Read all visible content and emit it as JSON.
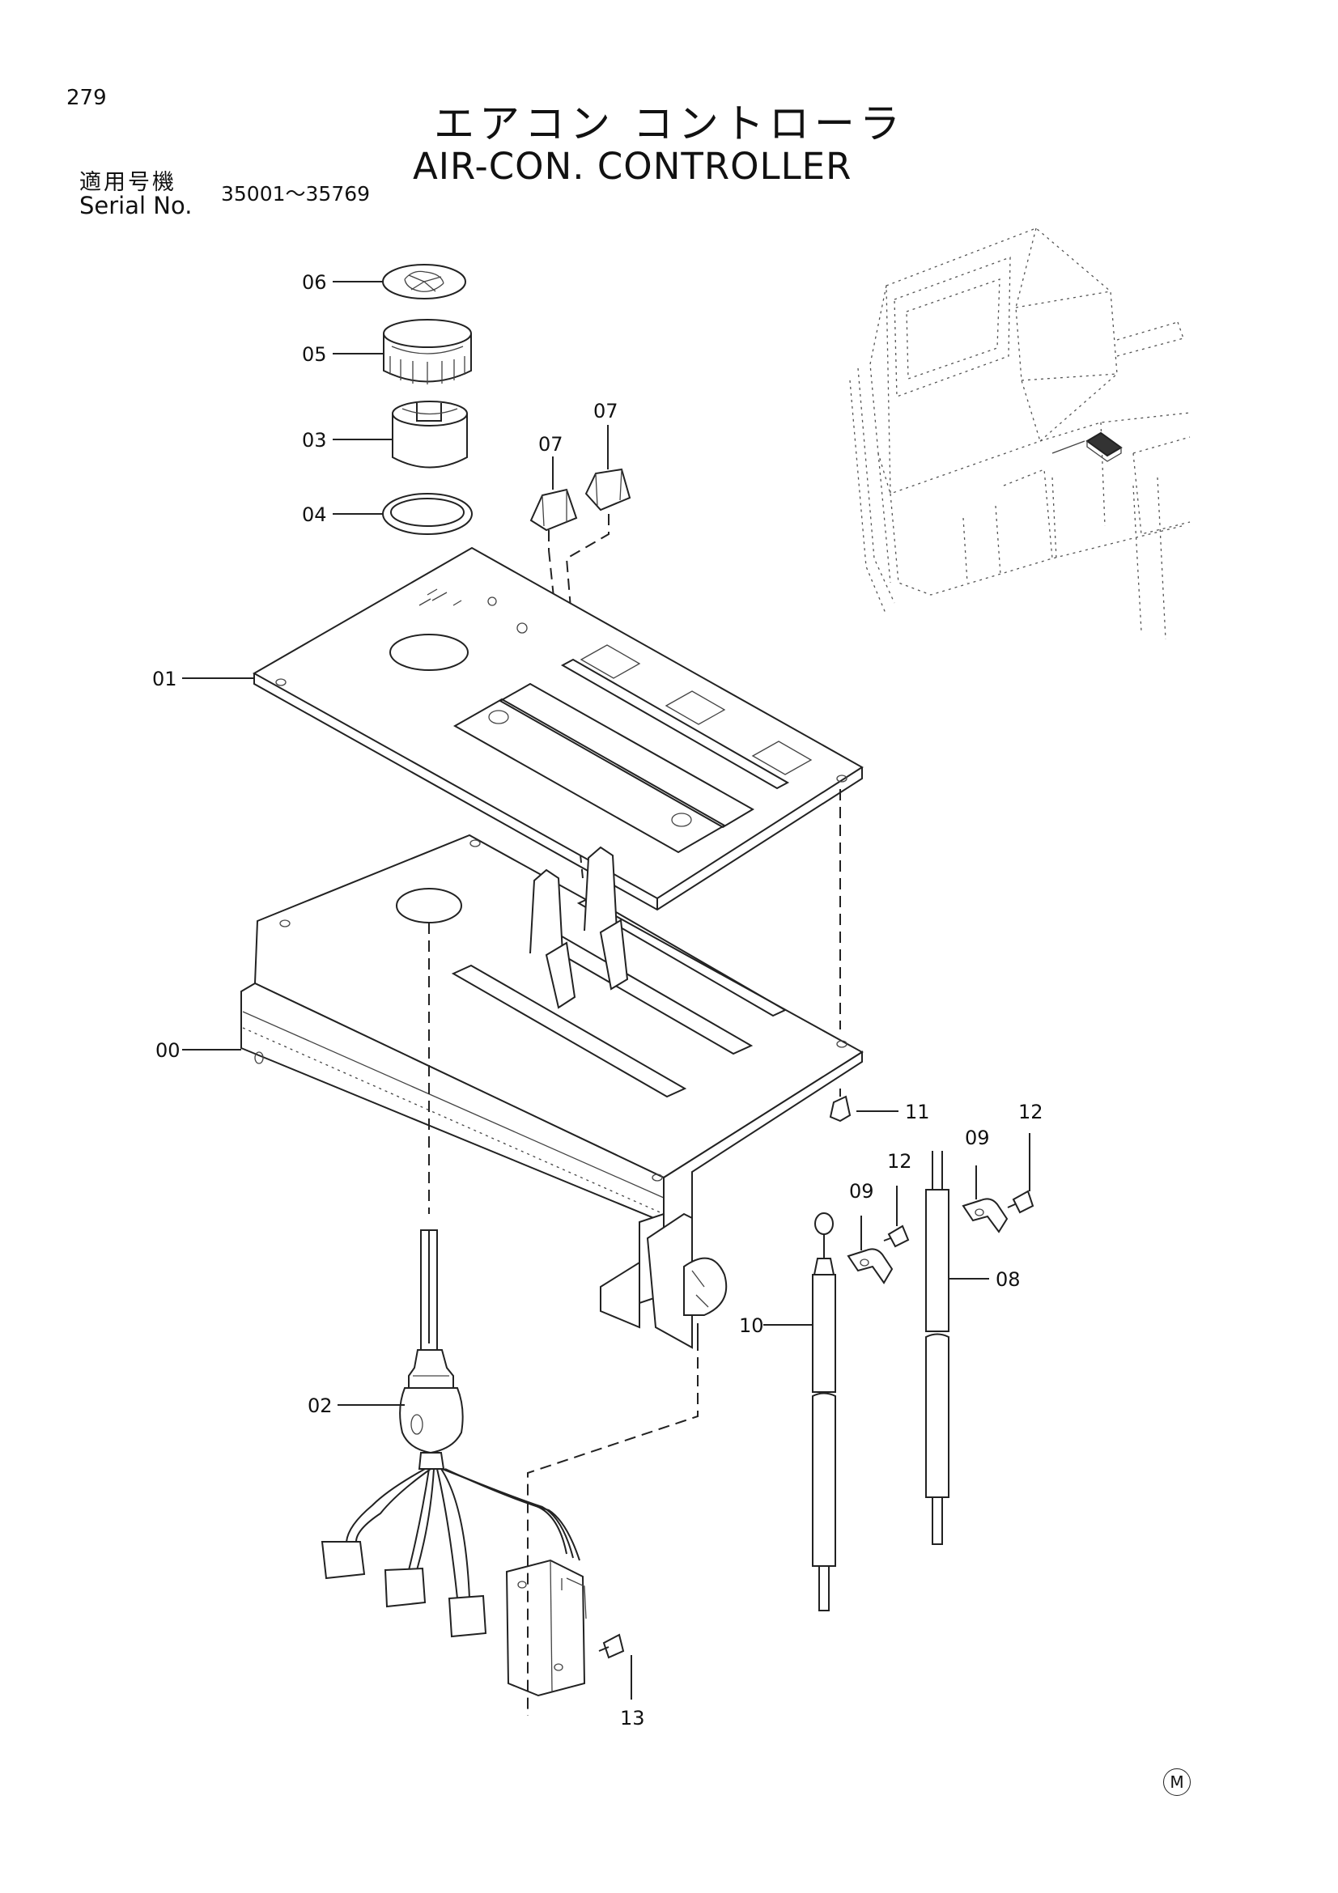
{
  "page": {
    "number": "279",
    "title_jp": "エアコン コントローラ",
    "title_en": "AIR-CON. CONTROLLER",
    "serial_label_jp": "適用号機",
    "serial_label_en": "Serial No.",
    "serial_range": "35001～35769",
    "mark": "M"
  },
  "callouts": {
    "c06": "06",
    "c05": "05",
    "c03": "03",
    "c04": "04",
    "c07a": "07",
    "c07b": "07",
    "c01": "01",
    "c00": "00",
    "c02": "02",
    "c11": "11",
    "c12a": "12",
    "c12b": "12",
    "c09a": "09",
    "c09b": "09",
    "c08": "08",
    "c10": "10",
    "c13": "13"
  }
}
